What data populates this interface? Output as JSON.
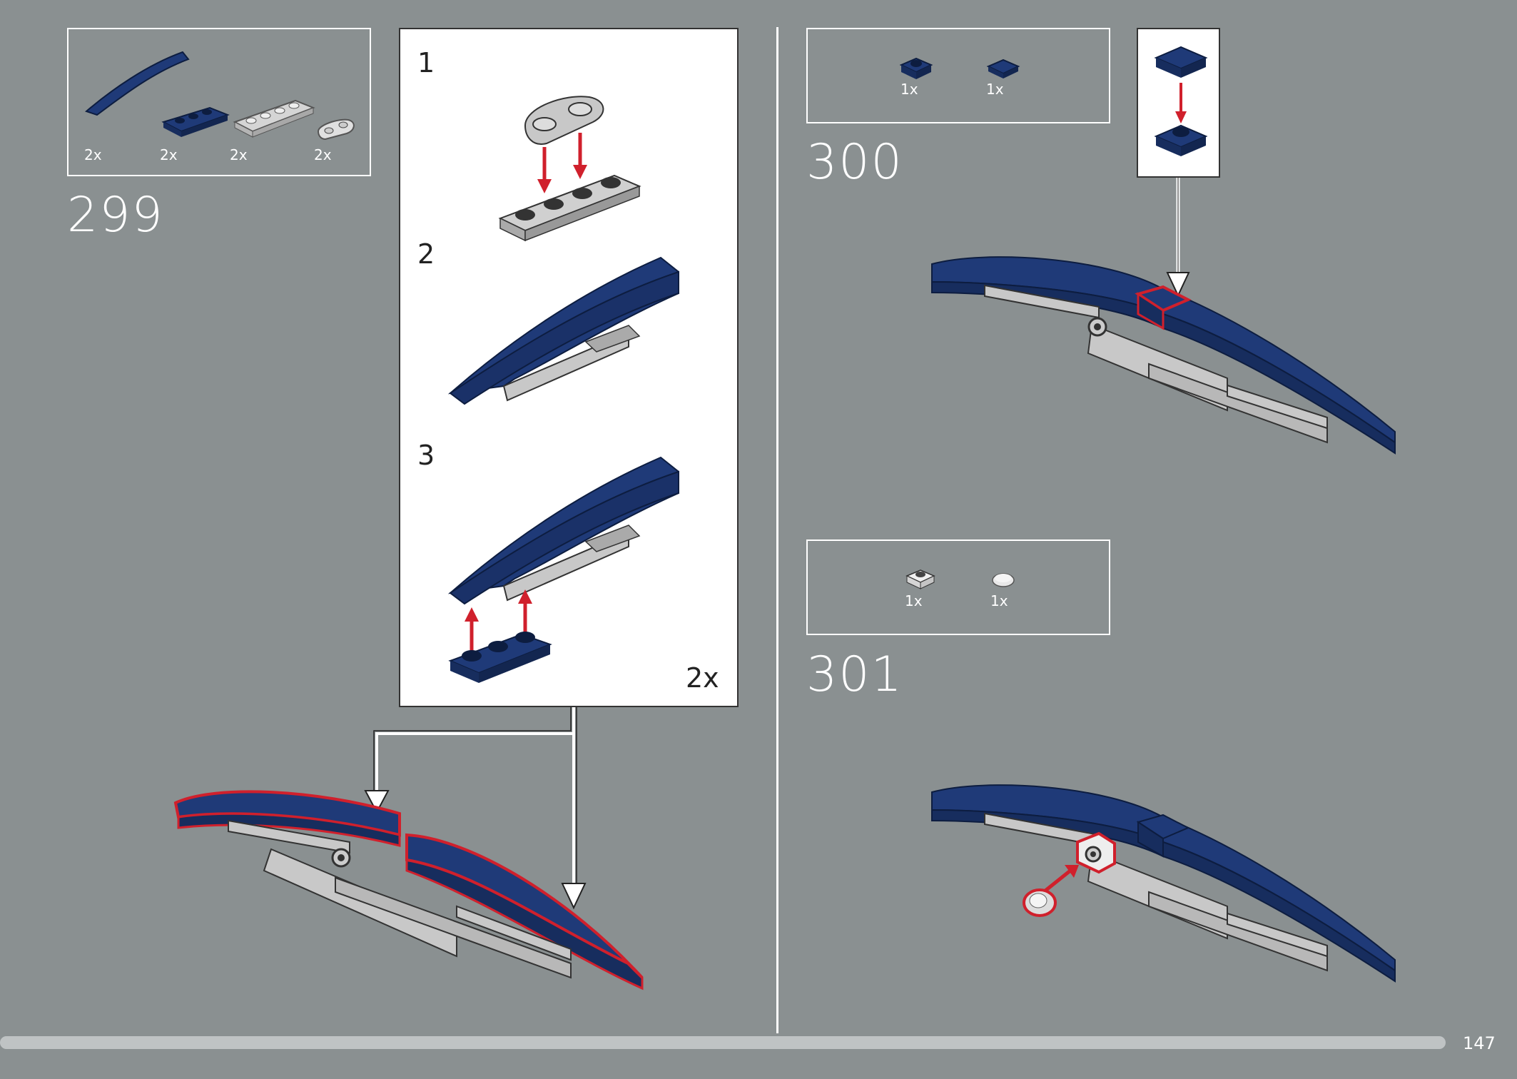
{
  "steps": [
    {
      "number": "299",
      "parts": [
        {
          "qty": "2x",
          "icon": "dark-blue-curved-slope-icon"
        },
        {
          "qty": "2x",
          "icon": "dark-blue-1x3-plate-icon"
        },
        {
          "qty": "2x",
          "icon": "light-gray-1x4-plate-icon"
        },
        {
          "qty": "2x",
          "icon": "light-gray-1x2-rounded-plate-icon"
        }
      ]
    },
    {
      "number": "300",
      "parts": [
        {
          "qty": "1x",
          "icon": "dark-blue-1x1-plate-icon"
        },
        {
          "qty": "1x",
          "icon": "dark-blue-1x1-tile-icon"
        }
      ]
    },
    {
      "number": "301",
      "parts": [
        {
          "qty": "1x",
          "icon": "white-1x1-plate-icon"
        },
        {
          "qty": "1x",
          "icon": "white-round-tile-icon"
        }
      ]
    }
  ],
  "submodel": {
    "substeps": [
      "1",
      "2",
      "3"
    ],
    "multiplier": "2x"
  },
  "page_number": "147",
  "colors": {
    "background": "#8a9091",
    "dark_blue": "#1f3a78",
    "light_gray": "#c8c8c8",
    "highlight_red": "#d0202c"
  }
}
